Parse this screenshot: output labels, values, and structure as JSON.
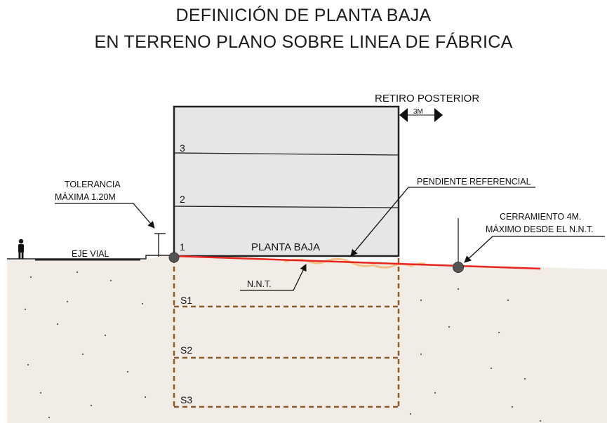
{
  "title": {
    "line1": "DEFINICIÓN DE PLANTA BAJA",
    "line2": "EN TERRENO PLANO SOBRE LINEA DE FÁBRICA"
  },
  "labels": {
    "retiro_posterior": "RETIRO POSTERIOR",
    "retiro_dimension": "3M",
    "tolerancia_line1": "TOLERANCIA",
    "tolerancia_line2": "MÁXIMA 1.20M",
    "pendiente": "PENDIENTE REFERENCIAL",
    "cerramiento_line1": "CERRAMIENTO 4M.",
    "cerramiento_line2": "MÁXIMO DESDE EL N.N.T.",
    "eje_vial": "EJE VIAL",
    "planta_baja": "PLANTA BAJA",
    "nnt": "N.N.T."
  },
  "floors": [
    "1",
    "2",
    "3"
  ],
  "basements": [
    "S1",
    "S2",
    "S3"
  ],
  "colors": {
    "ground": "#f1ece6",
    "building": "#e6e6e6",
    "reference_slope": "#e8251f",
    "basement_dashes": "#8b5a2b",
    "natural_terrain": "#f2c088"
  }
}
